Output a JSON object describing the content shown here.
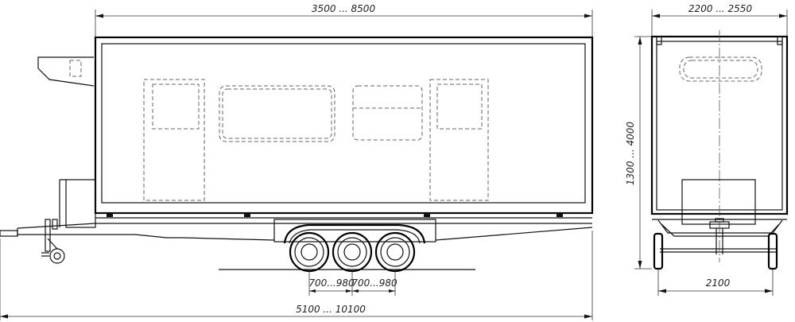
{
  "dimensions": {
    "body_length": "3500 ... 8500",
    "overall_length": "5100 ... 10100",
    "axle_spacing_1": "700...980",
    "axle_spacing_2": "700...980",
    "body_width": "2200 ... 2550",
    "track_width": "2100",
    "body_height": "1300 ... 4000"
  }
}
